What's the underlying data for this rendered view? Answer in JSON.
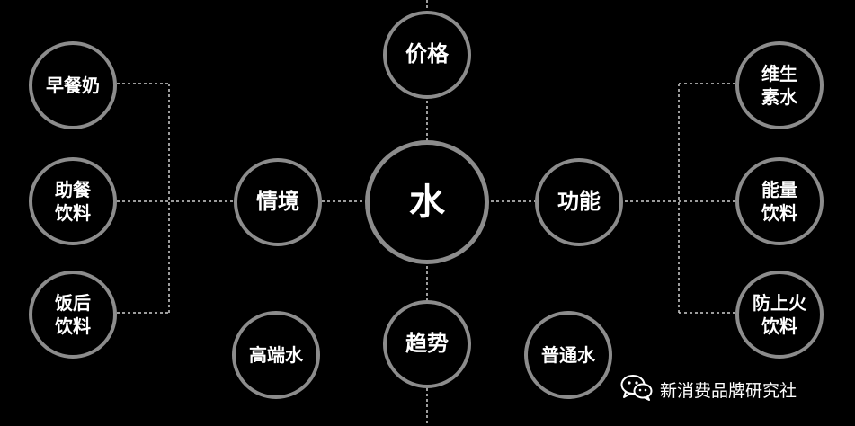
{
  "center": "水",
  "top": "价格",
  "left_mid": "情境",
  "right_mid": "功能",
  "bottom": "趋势",
  "left_items": [
    "早餐奶",
    "助餐\n饮料",
    "饭后\n饮料"
  ],
  "right_items": [
    "维生\n素水",
    "能量\n饮料",
    "防上火\n饮料"
  ],
  "bottom_left": "高端水",
  "bottom_right": "普通水",
  "watermark": "新消费品牌研究社",
  "colors": {
    "background": "#000000",
    "node_border": "#8c8c8c",
    "text": "#ffffff",
    "connector": "#cfcfcf"
  },
  "icons": {
    "watermark": "wechat-icon"
  }
}
